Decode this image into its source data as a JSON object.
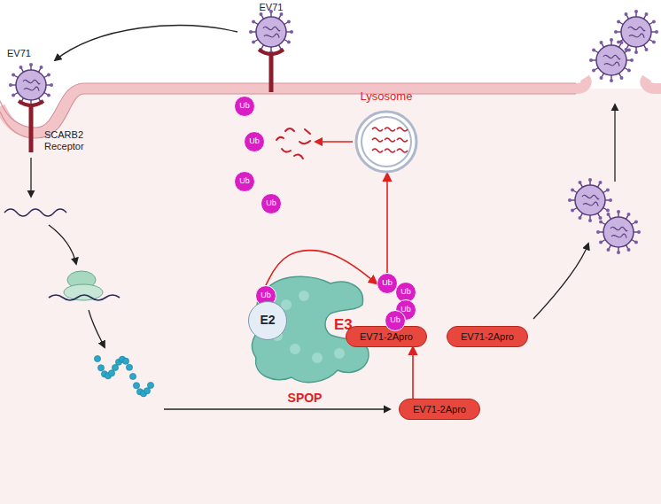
{
  "diagram": {
    "nodes": [
      {
        "text": [
          "Lysosome"
        ]
      },
      {
        "text": [
          "Ub"
        ]
      },
      {
        "text": [
          "Ub"
        ]
      },
      {
        "text": [
          "Ub"
        ]
      },
      {
        "text": [
          "Ub"
        ]
      },
      {
        "text": [
          "Ub"
        ]
      },
      {
        "text": [
          "E2"
        ]
      },
      {
        "text": [
          "E3",
          "SPOP"
        ]
      },
      {
        "text": [
          "Ub"
        ]
      },
      {
        "text": [
          "Ub"
        ]
      },
      {
        "text": [
          "Ub"
        ]
      },
      {
        "text": [
          "Ub"
        ]
      },
      {
        "text": [
          "EV71-2Apro"
        ]
      },
      {
        "text": [
          "EV71-2Apro"
        ]
      },
      {
        "text": [
          "EV71-2Apro"
        ]
      }
    ],
    "edges": [
      {
        "from": 5,
        "to": 8,
        "arrow": "to"
      },
      {
        "from": 8,
        "to": 0,
        "arrow": "to"
      },
      {
        "from": 14,
        "to": 12,
        "arrow": "to"
      }
    ],
    "labels": [
      "EV71",
      "EV71",
      "SCARB2 Receptor"
    ]
  }
}
